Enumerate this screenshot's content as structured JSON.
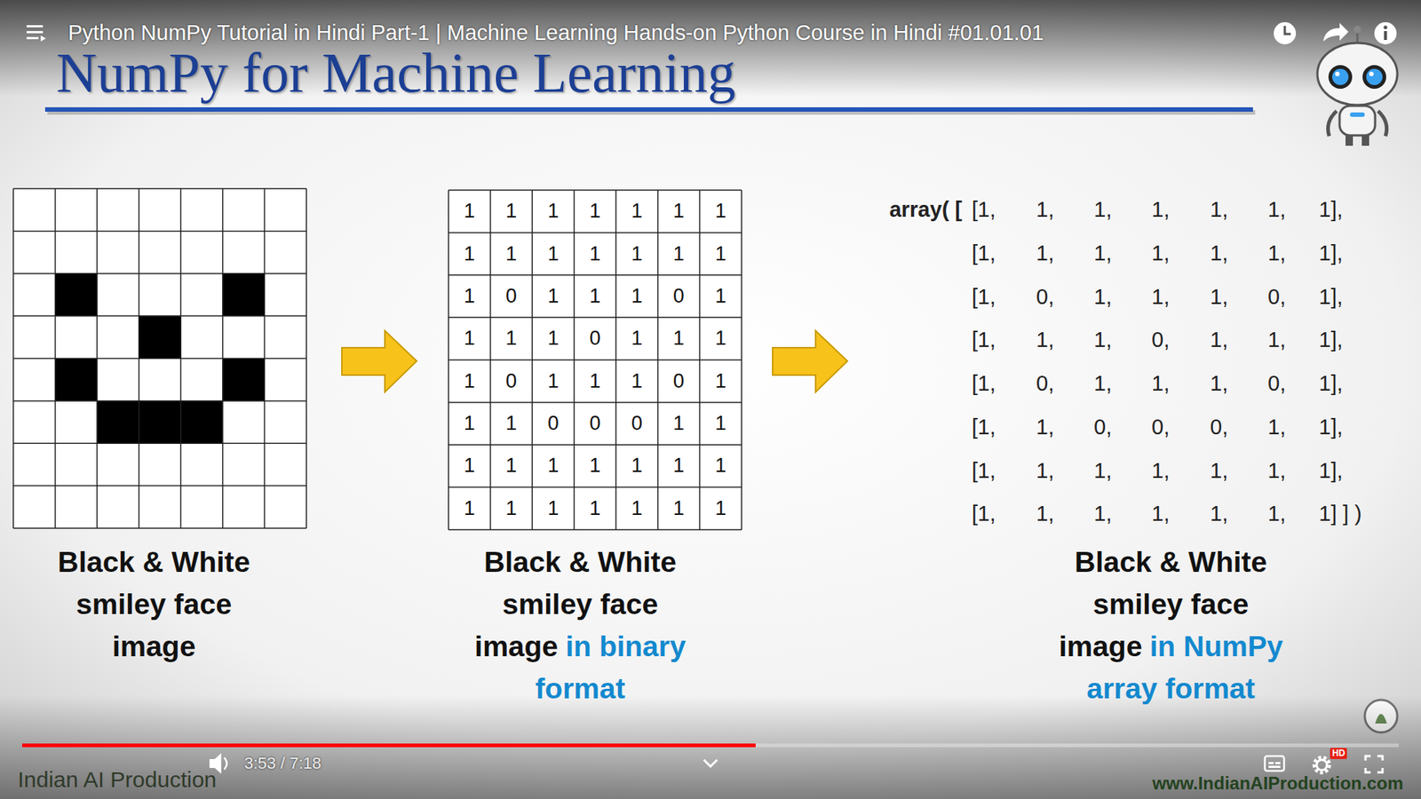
{
  "diagram": {
    "title": "NumPy for Machine Learning",
    "labels": [
      "Python NumPy Tutorial in Hindi Part-1 | Machine Learning Hands-on Python Course in Hindi #01.01.01",
      "1",
      "1",
      "1",
      "1",
      "1",
      "1",
      "1",
      "1",
      "1",
      "1",
      "1",
      "1",
      "1",
      "1",
      "1",
      "0",
      "1",
      "1",
      "1",
      "0",
      "1",
      "1",
      "1",
      "1",
      "0",
      "1",
      "1",
      "1",
      "1",
      "0",
      "1",
      "1",
      "1",
      "0",
      "1",
      "1",
      "1",
      "0",
      "0",
      "0",
      "1",
      "1",
      "1",
      "1",
      "1",
      "1",
      "1",
      "1",
      "1",
      "1",
      "1",
      "1",
      "1",
      "1",
      "1",
      "1",
      "array( [",
      "[1,",
      "1,",
      "1,",
      "1,",
      "1,",
      "1,",
      "1],",
      "[1,",
      "1,",
      "1,",
      "1,",
      "1,",
      "1,",
      "1],",
      "[1,",
      "0,",
      "1,",
      "1,",
      "1,",
      "0,",
      "1],",
      "[1,",
      "1,",
      "1,",
      "0,",
      "1,",
      "1,",
      "1],",
      "[1,",
      "0,",
      "1,",
      "1,",
      "1,",
      "0,",
      "1],",
      "[1,",
      "1,",
      "0,",
      "0,",
      "0,",
      "1,",
      "1],",
      "[1,",
      "1,",
      "1,",
      "1,",
      "1,",
      "1,",
      "1],",
      "[1,",
      "1,",
      "1,",
      "1,",
      "1,",
      "1,",
      "1] ] )",
      "Black & White smiley face image",
      "Black & White smiley face image",
      "in binary format",
      "Black & White smiley face image",
      "in NumPy array format",
      "3:53 / 7:18",
      "Indian AI Production",
      "HD",
      "www.IndianAIProduction.com"
    ]
  }
}
